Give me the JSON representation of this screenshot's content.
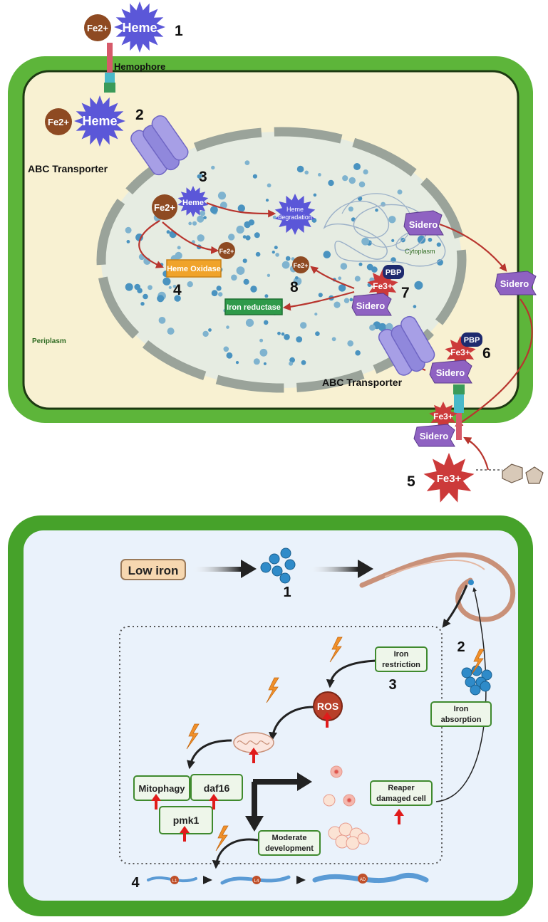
{
  "top_panel": {
    "labels": {
      "hemophore": "Hemophore",
      "abc_transporter_1": "ABC Transporter",
      "abc_transporter_2": "ABC Transporter",
      "periplasm": "Periplasm",
      "cytoplasm": "Cytoplasm",
      "heme_degradation": "Heme degradation",
      "heme_oxidase": "Heme Oxidase",
      "iron_reductase": "Iron reductase"
    },
    "molecules": {
      "fe2": "Fe2+",
      "fe3": "Fe3+",
      "heme": "Heme",
      "pbp": "PBP",
      "sidero": "Sidero"
    },
    "steps": [
      "1",
      "2",
      "3",
      "4",
      "5",
      "6",
      "7",
      "8"
    ]
  },
  "bottom_panel": {
    "labels": {
      "low_iron": "Low iron",
      "iron_restriction": "Iron restriction",
      "iron_absorption": "Iron absorption",
      "ros": "ROS",
      "mitophagy": "Mitophagy",
      "daf16": "daf16",
      "pmk1": "pmk1",
      "reaper_damaged_cell": "Reaper damaged cell",
      "moderate_development": "Moderate development",
      "stage_l1": "L1",
      "stage_l4": "L4",
      "stage_ad": "AD"
    },
    "steps": [
      "1",
      "2",
      "3",
      "4"
    ]
  },
  "colors": {
    "cell_wall": "#5db53a",
    "periplasm": "#f8f1d2",
    "nucleoid": "#e6ece2",
    "iron_dot": "#4a93c0",
    "heme": "#5b57d8",
    "fe_brown": "#8e4a22",
    "fe3_red": "#cc3a3a",
    "sidero": "#8f62c2",
    "transporter": "#9c93e0",
    "pathway_arrow": "#b8352e",
    "box_border": "#3f8a2e",
    "box_fill": "#eef6ea",
    "ros": "#b8402a",
    "bolt": "#f0902a",
    "worm": "#c99179",
    "dish_bg": "#eaf2fb"
  }
}
